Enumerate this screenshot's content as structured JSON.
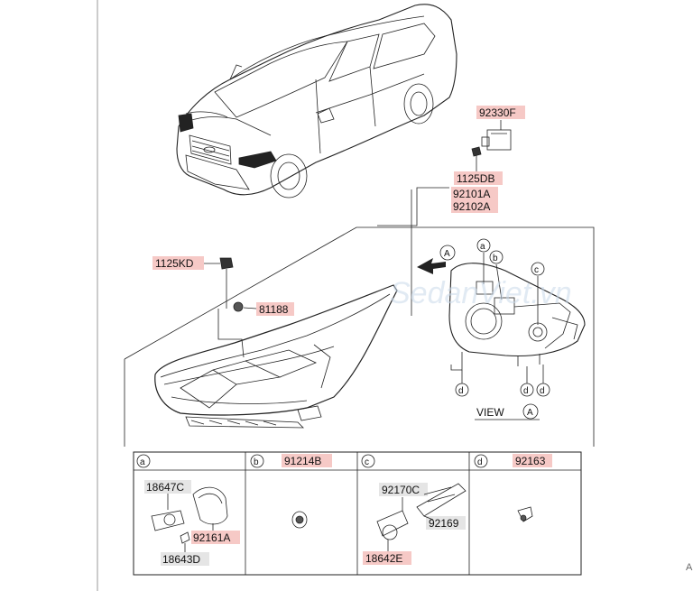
{
  "diagram": {
    "top_labels": {
      "switch": "92330F",
      "screw_top": "1125DB",
      "lamp_lh": "92101A",
      "lamp_rh": "92102A",
      "screw_left": "1125KD",
      "clip": "81188"
    },
    "view": {
      "arrow_marker": "A",
      "view_label": "VIEW",
      "view_marker": "A"
    },
    "callouts": [
      "a",
      "b",
      "c",
      "d",
      "d",
      "d"
    ],
    "legend_cells": [
      {
        "marker": "a",
        "part": "",
        "labels": [
          "18647C",
          "92161A",
          "18643D"
        ]
      },
      {
        "marker": "b",
        "part": "91214B",
        "labels": []
      },
      {
        "marker": "c",
        "part": "",
        "labels": [
          "92170C",
          "92169",
          "18642E"
        ]
      },
      {
        "marker": "d",
        "part": "92163",
        "labels": []
      }
    ],
    "watermark": "SedanViet.vn",
    "corner_text": "A"
  }
}
